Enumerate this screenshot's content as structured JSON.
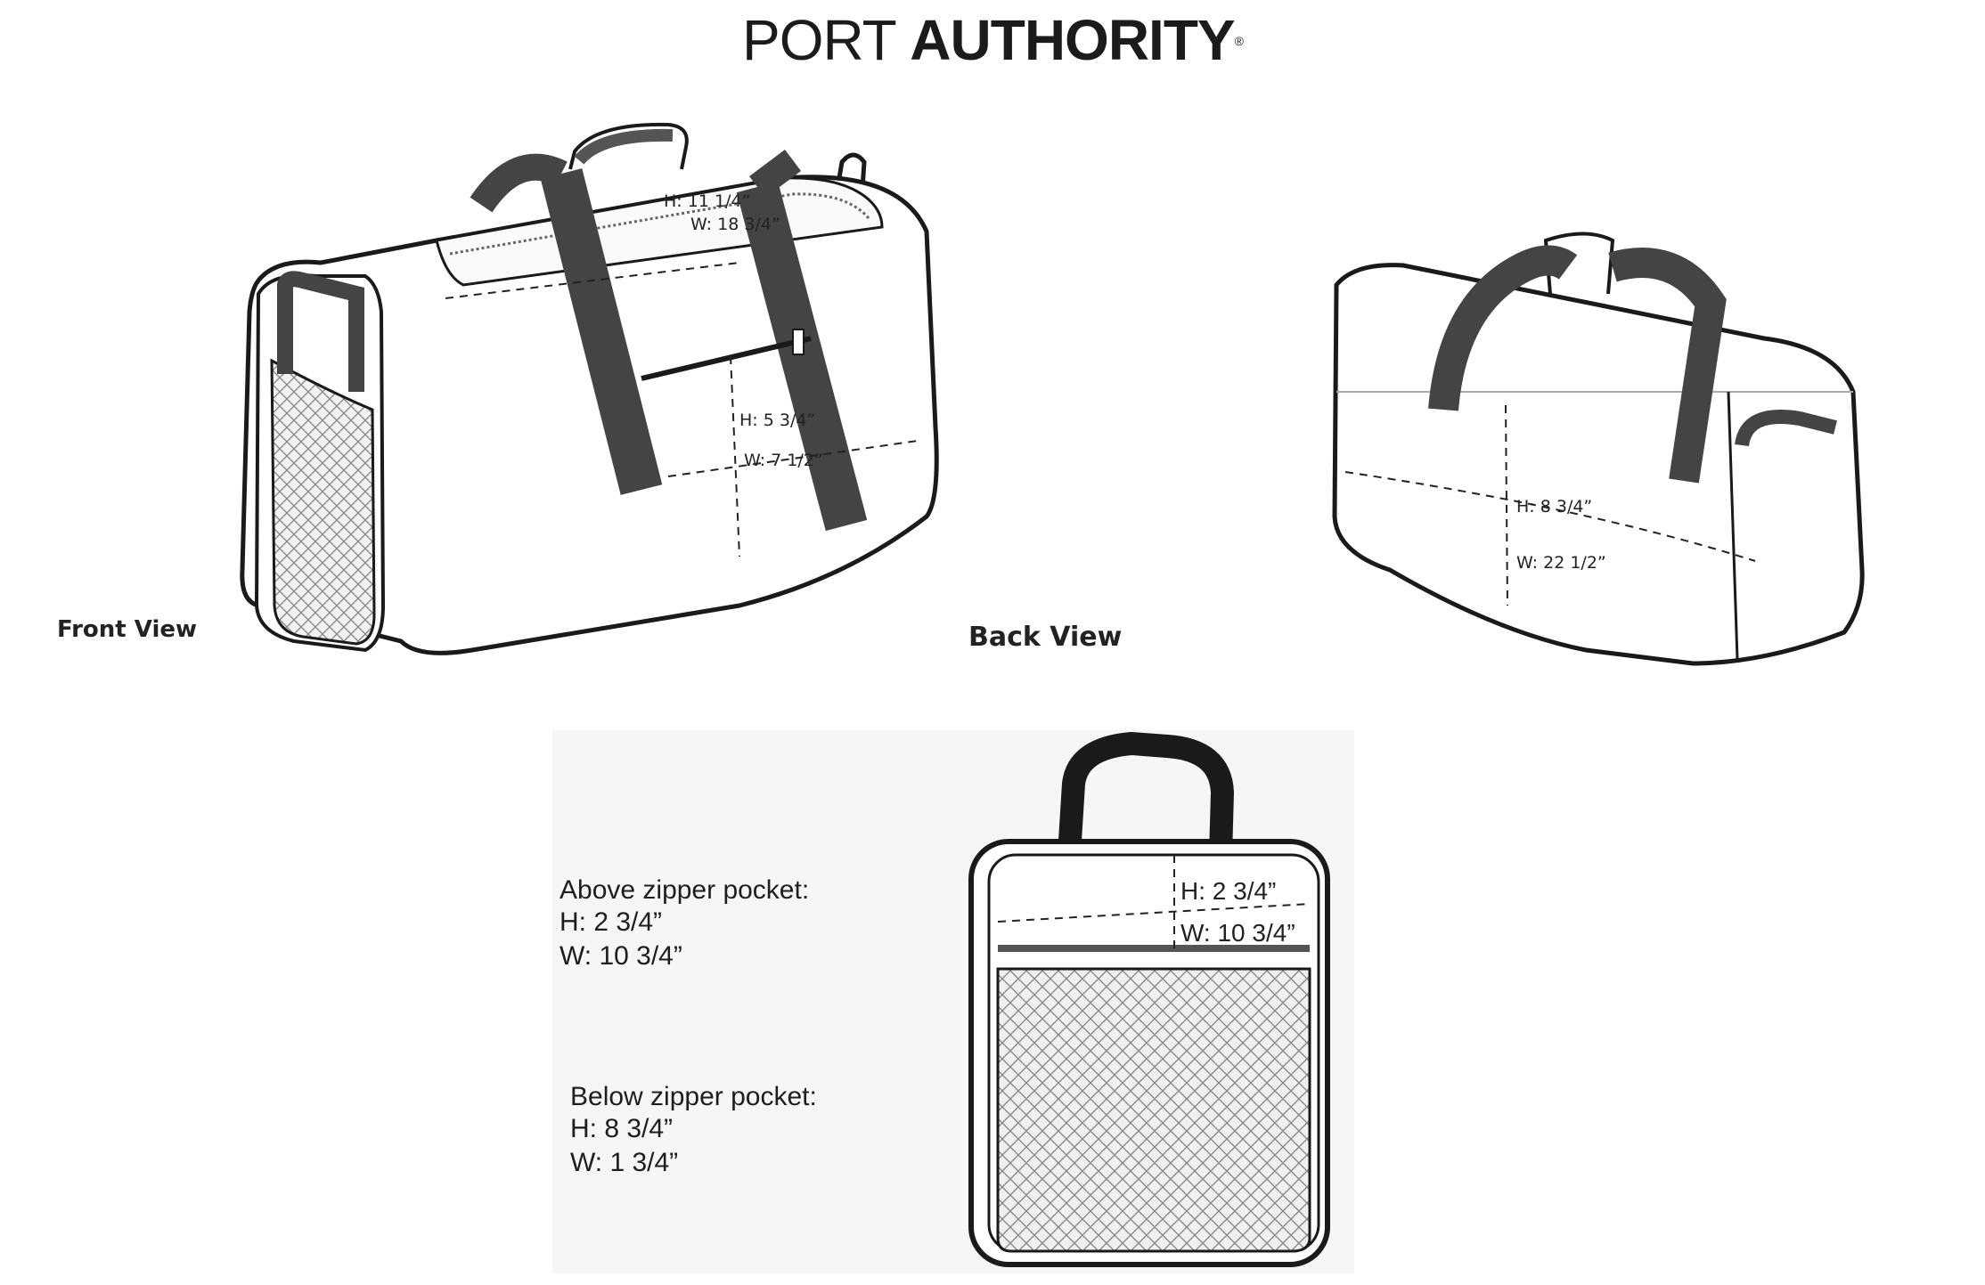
{
  "brand": {
    "light": "PORT",
    "bold": "AUTHORITY",
    "mark": "®"
  },
  "views": {
    "front_label": "Front View",
    "back_label": "Back View"
  },
  "front_dims": {
    "top_h": "H: 11 1/4”",
    "top_w": "W: 18 3/4”",
    "pocket_h": "H: 5 3/4”",
    "pocket_w": "W: 7 1/2”"
  },
  "back_dims": {
    "h": "H: 8 3/4”",
    "w": "W: 22 1/2”"
  },
  "end_dims": {
    "h": "H: 2 3/4”",
    "w": "W: 10 3/4”"
  },
  "above_pocket": {
    "title": "Above zipper pocket:",
    "h": "H: 2 3/4”",
    "w": "W: 10 3/4”"
  },
  "below_pocket": {
    "title": "Below zipper pocket:",
    "h": "H: 8 3/4”",
    "w": "W: 1 3/4”"
  },
  "colors": {
    "strap": "#444444",
    "outline": "#1a1a1a",
    "mesh": "#7a7a7a",
    "panel_bg": "#f6f6f6"
  }
}
